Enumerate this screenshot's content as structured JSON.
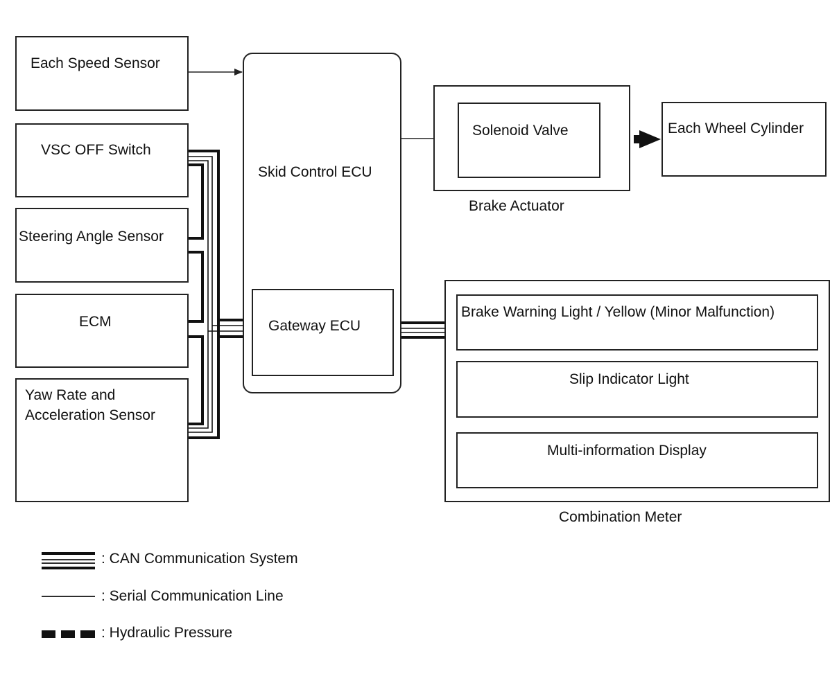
{
  "nodes": {
    "each_speed_sensor": "Each Speed Sensor",
    "vsc_off_switch": "VSC OFF Switch",
    "steering_angle_sensor": "Steering Angle Sensor",
    "ecm": "ECM",
    "yaw_rate_line1": "Yaw Rate and",
    "yaw_rate_line2": "Acceleration Sensor",
    "skid_control_ecu": "Skid Control ECU",
    "gateway_ecu": "Gateway ECU",
    "solenoid_valve": "Solenoid Valve",
    "each_wheel_cylinder": "Each Wheel Cylinder",
    "brake_actuator": "Brake Actuator",
    "brake_warning_light": "Brake Warning Light / Yellow (Minor Malfunction)",
    "slip_indicator_light": "Slip Indicator Light",
    "multi_information_display": "Multi-information Display",
    "combination_meter": "Combination Meter"
  },
  "legend": {
    "can": ": CAN Communication System",
    "serial": ": Serial Communication Line",
    "hydraulic": ": Hydraulic Pressure"
  }
}
